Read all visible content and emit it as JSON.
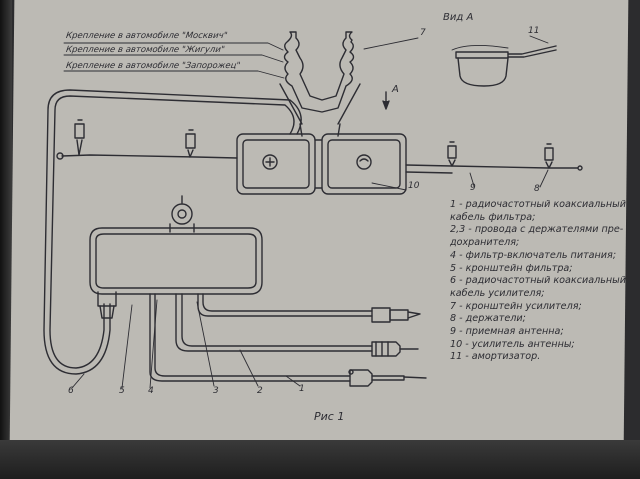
{
  "mount_labels": [
    "Крепление в автомобиле \"Москвич\"",
    "Крепление в автомобиле \"Жигули\"",
    "Крепление в автомобиле \"Запорожец\""
  ],
  "view_label": "Вид А",
  "arrow_label": "А",
  "callouts": {
    "n7": "7",
    "n11": "11",
    "n10": "10",
    "n9": "9",
    "n8": "8",
    "n6": "6",
    "n5": "5",
    "n4": "4",
    "n3": "3",
    "n2": "2",
    "n1": "1"
  },
  "legend": [
    "1 - радиочастотный коаксиальный",
    "кабель фильтра;",
    "2,3 - провода с держателями пре-",
    "дохранителя;",
    "4 - фильтр-включатель питания;",
    "5 - кронштейн фильтра;",
    "6 - радиочастотный коаксиальный",
    "кабель усилителя;",
    "7 - кронштейн усилителя;",
    "8 - держатели;",
    "9 - приемная антенна;",
    "10 - усилитель антенны;",
    "11 - амортизатор."
  ],
  "caption": "Рис 1",
  "colors": {
    "paper": "#bcbab4",
    "ink": "#2d2d33",
    "background": "#2c2c2e"
  }
}
